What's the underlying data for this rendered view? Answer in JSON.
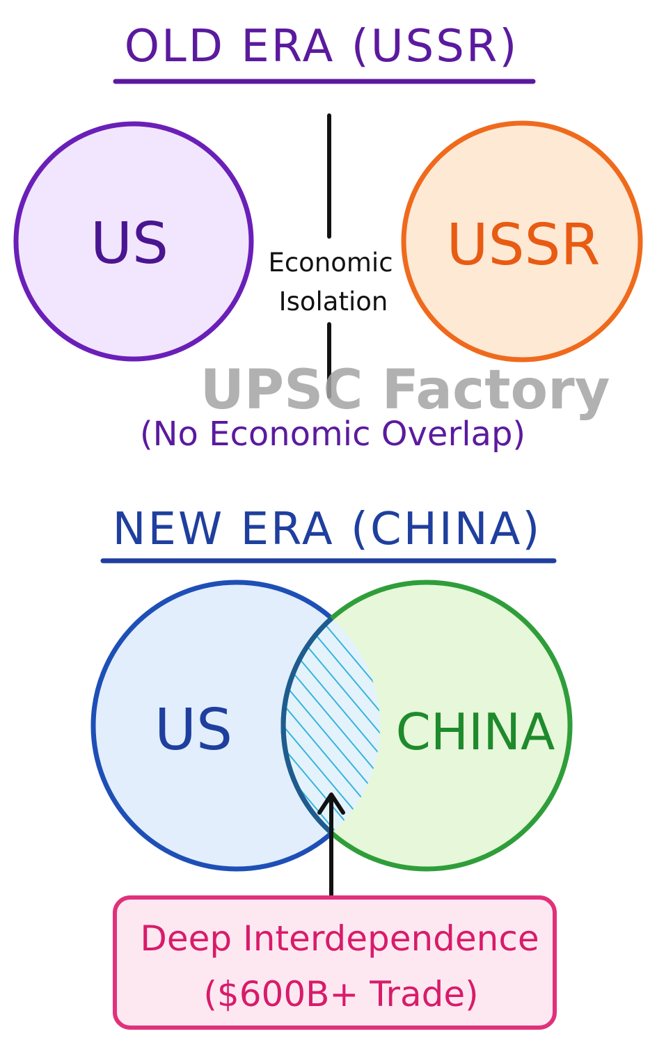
{
  "old_era": {
    "title": "OLD ERA (USSR)",
    "left_label": "US",
    "right_label": "USSR",
    "divider_line1": "Economic",
    "divider_line2": "Isolation",
    "note": "(No Economic Overlap)"
  },
  "new_era": {
    "title": "NEW ERA (CHINA)",
    "left_label": "US",
    "right_label": "CHINA",
    "callout_line1": "Deep Interdependence",
    "callout_line2": "($600B+ Trade)"
  },
  "watermark": "UPSC Factory",
  "colors": {
    "old_title": "#5b1a9e",
    "us_old_stroke": "#6a1fb8",
    "us_old_fill": "#f1e6fd",
    "ussr_stroke": "#ef6a1c",
    "ussr_fill": "#fee9d5",
    "new_title": "#1f3f9e",
    "us_new_stroke": "#1e4fb6",
    "us_new_fill": "#e2eefc",
    "china_stroke": "#2f9e3a",
    "china_fill": "#e6f8d9",
    "overlap_hatch": "#37b3df",
    "callout_stroke": "#e0317b",
    "callout_fill": "#fde8f1",
    "watermark": "#a3a3a3"
  }
}
